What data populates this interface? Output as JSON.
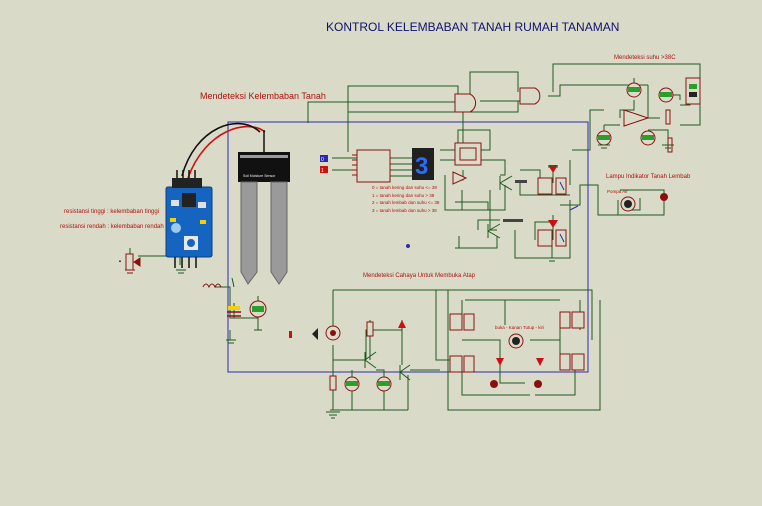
{
  "title": "KONTROL KELEMBABAN TANAH RUMAH TANAMAN",
  "labels": {
    "soil_detect": "Mendeteksi Kelembaban Tanah",
    "temp_detect": "Mendeteksi suhu >38C",
    "light_detect": "Mendeteksi Cahaya Untuk Membuka Atap",
    "lamp_indicator": "Lampu Indikator Tanah Lembab",
    "resistance_high": "resistansi tinggi : kelembaban tinggi",
    "resistance_low": "resistansi rendah : kelembaban rendah",
    "sensor_name": "Soil Moisture Sensor",
    "motor_label": "buka - Kanan Tutup - kiri",
    "pompa": "Pompa Air",
    "seg_digit": "3"
  },
  "legend_lines": [
    "0 = tanah kering dan suhu <= 38",
    "1 = tanah kering dan suhu > 38",
    "2 = tanah lembab dan suhu <= 38",
    "3 = tanah lembab dan suhu > 38"
  ],
  "colors": {
    "background": "#d9dbc8",
    "wire": "#1f5a1f",
    "frame": "#2b2bb0",
    "component": "#8a1010",
    "title": "#101070",
    "label_red": "#b01010",
    "sensor_blue": "#1565c0"
  }
}
